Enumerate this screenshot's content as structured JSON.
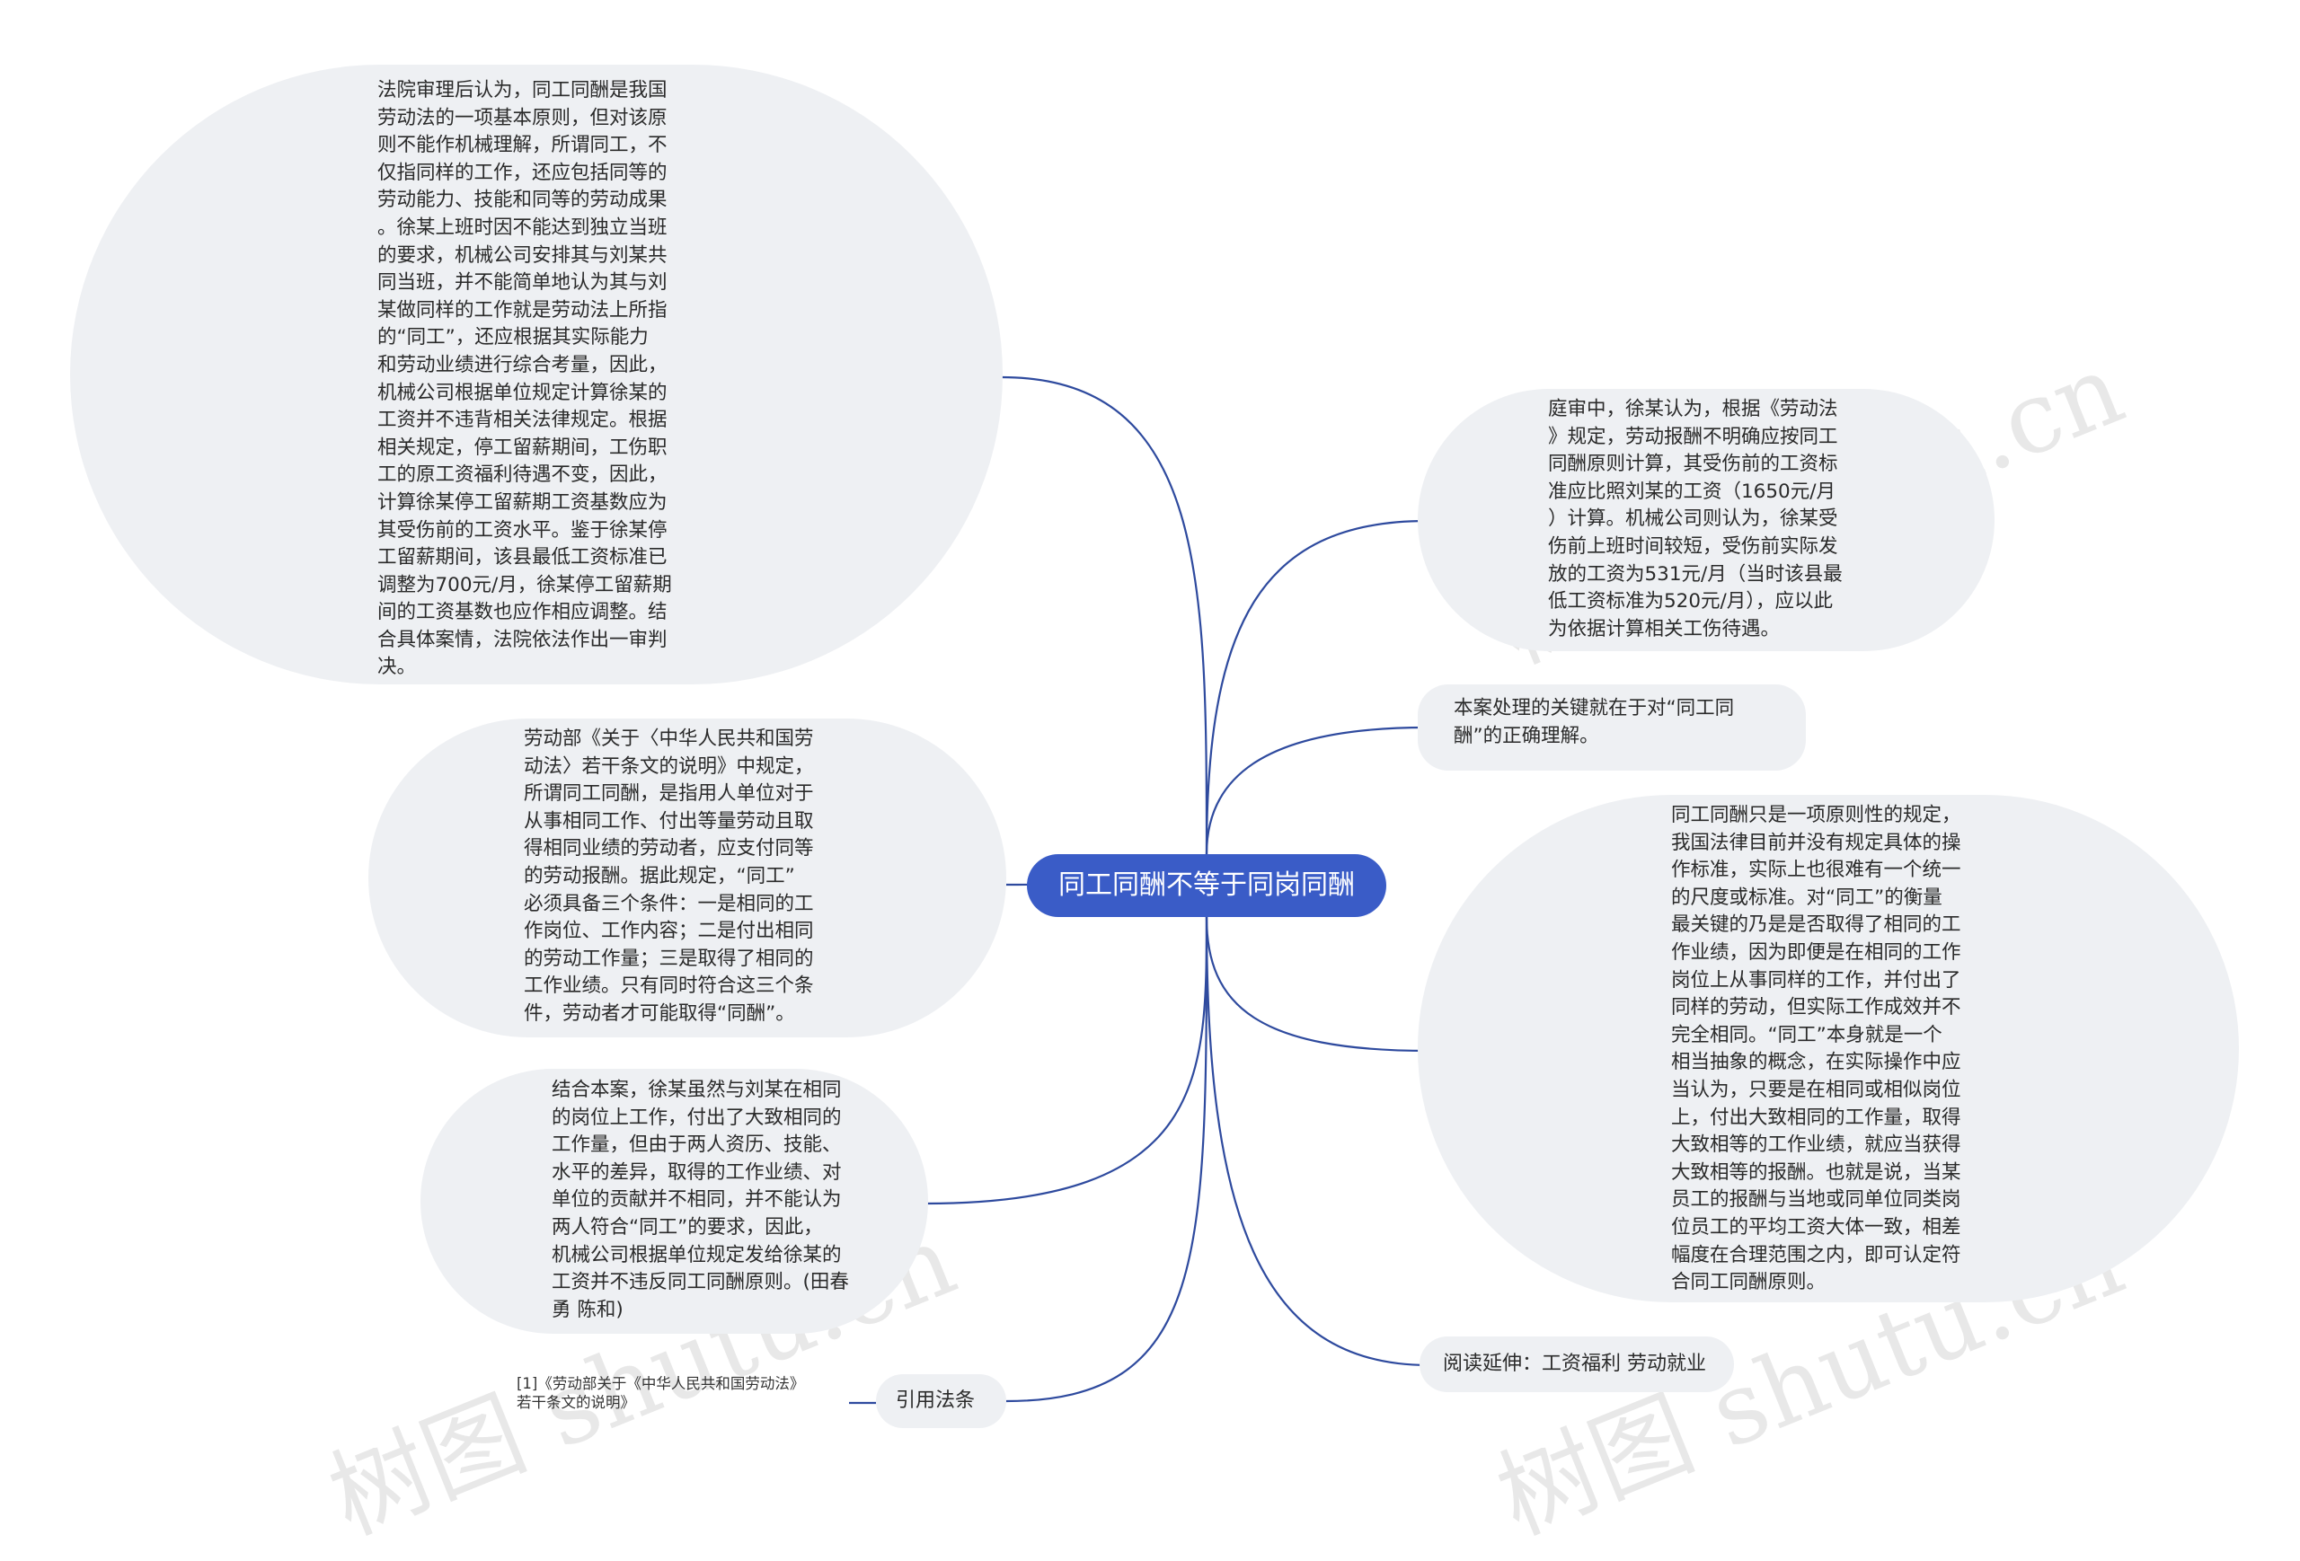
{
  "watermark": "树图 shutu.cn",
  "root": {
    "label": "同工同酬不等于同岗同酬"
  },
  "left_nodes": {
    "court_ruling": "法院审理后认为，同工同酬是我国\n劳动法的一项基本原则，但对该原\n则不能作机械理解，所谓同工，不\n仅指同样的工作，还应包括同等的\n劳动能力、技能和同等的劳动成果\n。徐某上班时因不能达到独立当班\n的要求，机械公司安排其与刘某共\n同当班，并不能简单地认为其与刘\n某做同样的工作就是劳动法上所指\n的“同工”，还应根据其实际能力\n和劳动业绩进行综合考量，因此，\n机械公司根据单位规定计算徐某的\n工资并不违背相关法律规定。根据\n相关规定，停工留薪期间，工伤职\n工的原工资福利待遇不变，因此，\n计算徐某停工留薪期工资基数应为\n其受伤前的工资水平。鉴于徐某停\n工留薪期间，该县最低工资标准已\n调整为700元/月，徐某停工留薪期\n间的工资基数也应作相应调整。结\n合具体案情，法院依法作出一审判\n决。",
    "ministry_rule": "劳动部《关于〈中华人民共和国劳\n动法〉若干条文的说明》中规定，\n所谓同工同酬，是指用人单位对于\n从事相同工作、付出等量劳动且取\n得相同业绩的劳动者，应支付同等\n的劳动报酬。据此规定，“同工”\n必须具备三个条件：一是相同的工\n作岗位、工作内容；二是付出相同\n的劳动工作量；三是取得了相同的\n工作业绩。只有同时符合这三个条\n件，劳动者才可能取得“同酬”。",
    "case_conclusion": "结合本案，徐某虽然与刘某在相同\n的岗位上工作，付出了大致相同的\n工作量，但由于两人资历、技能、\n水平的差异，取得的工作业绩、对\n单位的贡献并不相同，并不能认为\n两人符合“同工”的要求，因此，\n机械公司根据单位规定发给徐某的\n工资并不违反同工同酬原则。(田春\n勇 陈和)",
    "cited_law": "引用法条",
    "cited_law_ref": "[1]《劳动部关于《中华人民共和国劳动法》\n若干条文的说明》"
  },
  "right_nodes": {
    "trial_claims": "庭审中，徐某认为，根据《劳动法\n》规定，劳动报酬不明确应按同工\n同酬原则计算，其受伤前的工资标\n准应比照刘某的工资（1650元/月\n）计算。机械公司则认为，徐某受\n伤前上班时间较短，受伤前实际发\n放的工资为531元/月（当时该县最\n低工资标准为520元/月），应以此\n为依据计算相关工伤待遇。",
    "key_point": "本案处理的关键就在于对“同工同\n酬”的正确理解。",
    "principle_note": "同工同酬只是一项原则性的规定，\n我国法律目前并没有规定具体的操\n作标准，实际上也很难有一个统一\n的尺度或标准。对“同工”的衡量\n最关键的乃是是否取得了相同的工\n作业绩，因为即便是在相同的工作\n岗位上从事同样的工作，并付出了\n同样的劳动，但实际工作成效并不\n完全相同。“同工”本身就是一个\n相当抽象的概念，在实际操作中应\n当认为，只要是在相同或相似岗位\n上，付出大致相同的工作量，取得\n大致相等的工作业绩，就应当获得\n大致相等的报酬。也就是说，当某\n员工的报酬与当地或同单位同类岗\n位员工的平均工资大体一致，相差\n幅度在合理范围之内，即可认定符\n合同工同酬原则。",
    "read_more": "阅读延伸：工资福利 劳动就业"
  },
  "colors": {
    "link": "#2e4a9e",
    "root_fill": "#3a5cc7",
    "node_fill": "#eef0f3"
  }
}
